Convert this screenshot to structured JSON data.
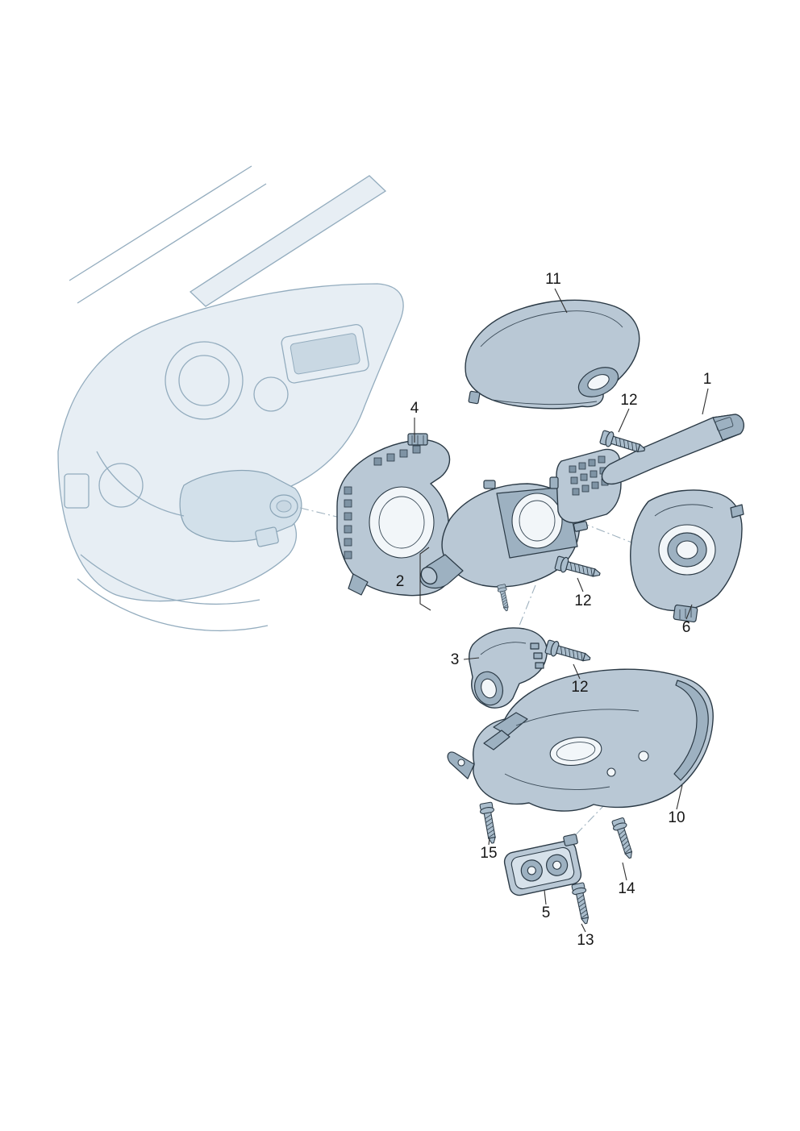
{
  "diagram": {
    "kind": "exploded-parts-diagram",
    "background_color": "#ffffff",
    "colors": {
      "part_fill": "#b9c8d5",
      "part_fill_dark": "#9db1c1",
      "part_fill_light": "#d6e1ea",
      "sketch_fill": "#e7eef4",
      "sketch_stroke": "#93acbe",
      "outline": "#2b3a46",
      "label_color": "#161616"
    }
  },
  "callouts": [
    {
      "label": "11"
    },
    {
      "label": "1"
    },
    {
      "label": "12"
    },
    {
      "label": "4"
    },
    {
      "label": "2"
    },
    {
      "label": "12"
    },
    {
      "label": "6"
    },
    {
      "label": "3"
    },
    {
      "label": "12"
    },
    {
      "label": "10"
    },
    {
      "label": "15"
    },
    {
      "label": "5"
    },
    {
      "label": "14"
    },
    {
      "label": "13"
    }
  ]
}
